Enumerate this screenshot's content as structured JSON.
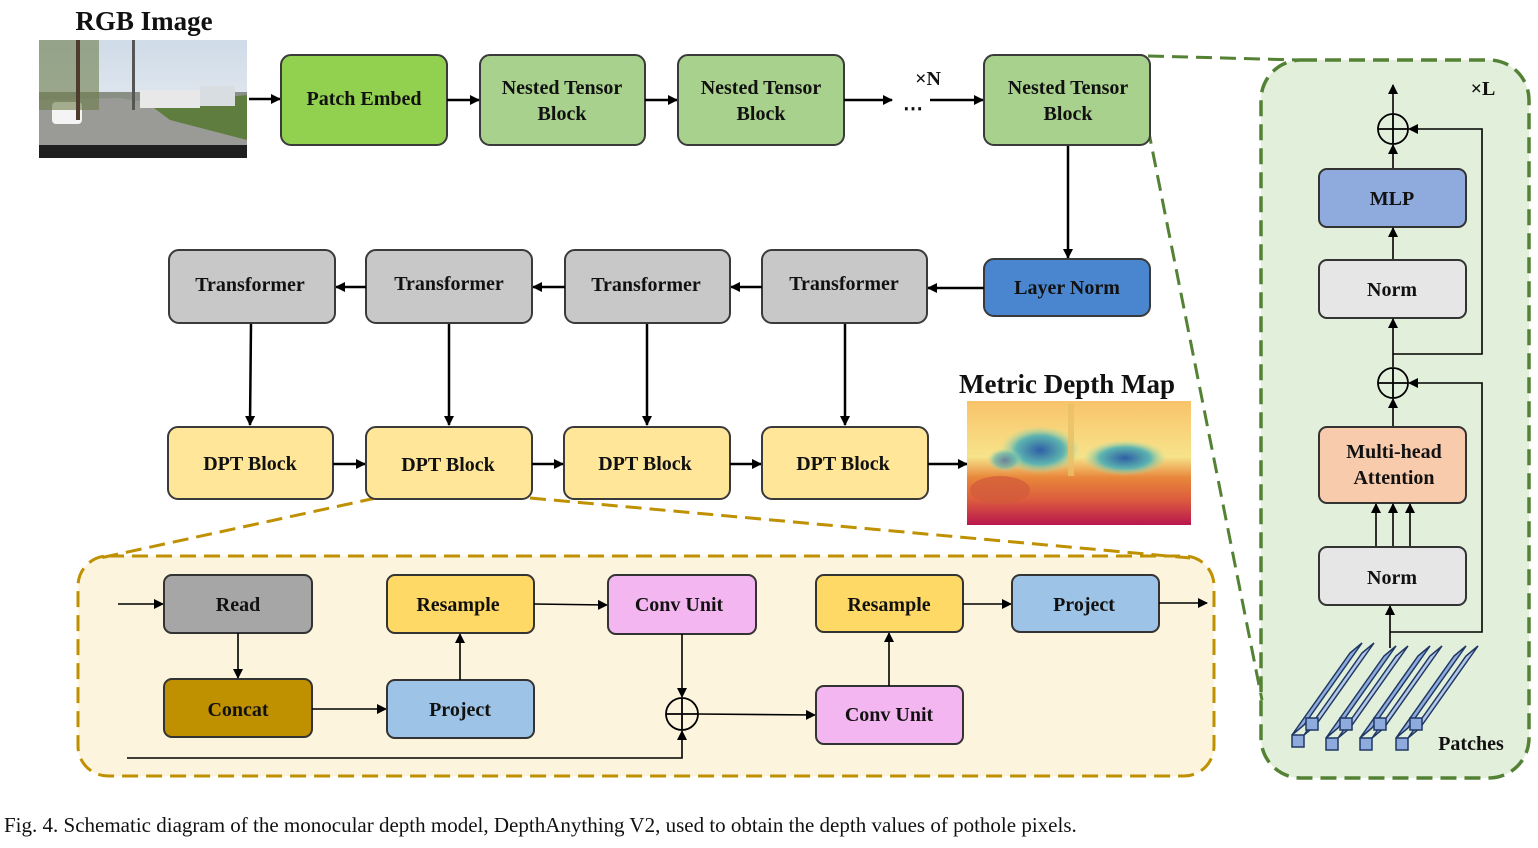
{
  "title_rgb": "RGB Image",
  "title_depth": "Metric Depth Map",
  "encoder": {
    "patch_embed": "Patch Embed",
    "nested_line1": "Nested Tensor",
    "nested_line2": "Block",
    "times_n": "×N",
    "dots": "⋯",
    "layer_norm": "Layer Norm"
  },
  "transformer_label": "Transformer",
  "dpt_label": "DPT Block",
  "dpt_detail": {
    "read": "Read",
    "concat": "Concat",
    "resample": "Resample",
    "project": "Project",
    "conv_unit": "Conv Unit"
  },
  "block_detail": {
    "times_l": "×L",
    "mlp": "MLP",
    "norm": "Norm",
    "attention_line1": "Multi-head",
    "attention_line2": "Attention",
    "patches": "Patches"
  },
  "caption": "Fig. 4.  Schematic diagram of the monocular depth model, DepthAnything V2, used to obtain the depth values of pothole pixels.",
  "colors": {
    "patch_embed": "#92d050",
    "nested_block": "#a9d18e",
    "layer_norm": "#4a86cf",
    "transformer": "#c8c8c8",
    "dpt_block": "#ffe699",
    "read": "#a6a6a6",
    "concat": "#bf9000",
    "resample": "#ffd966",
    "project": "#9dc3e6",
    "conv_unit": "#f4b6f0",
    "mlp": "#8faadc",
    "norm": "#e7e6e6",
    "attention": "#f8cbad",
    "dpt_panel_fill": "#fdf4dd",
    "dpt_panel_border": "#bf9000",
    "block_panel_fill": "#e2efda",
    "block_panel_border": "#548235"
  }
}
